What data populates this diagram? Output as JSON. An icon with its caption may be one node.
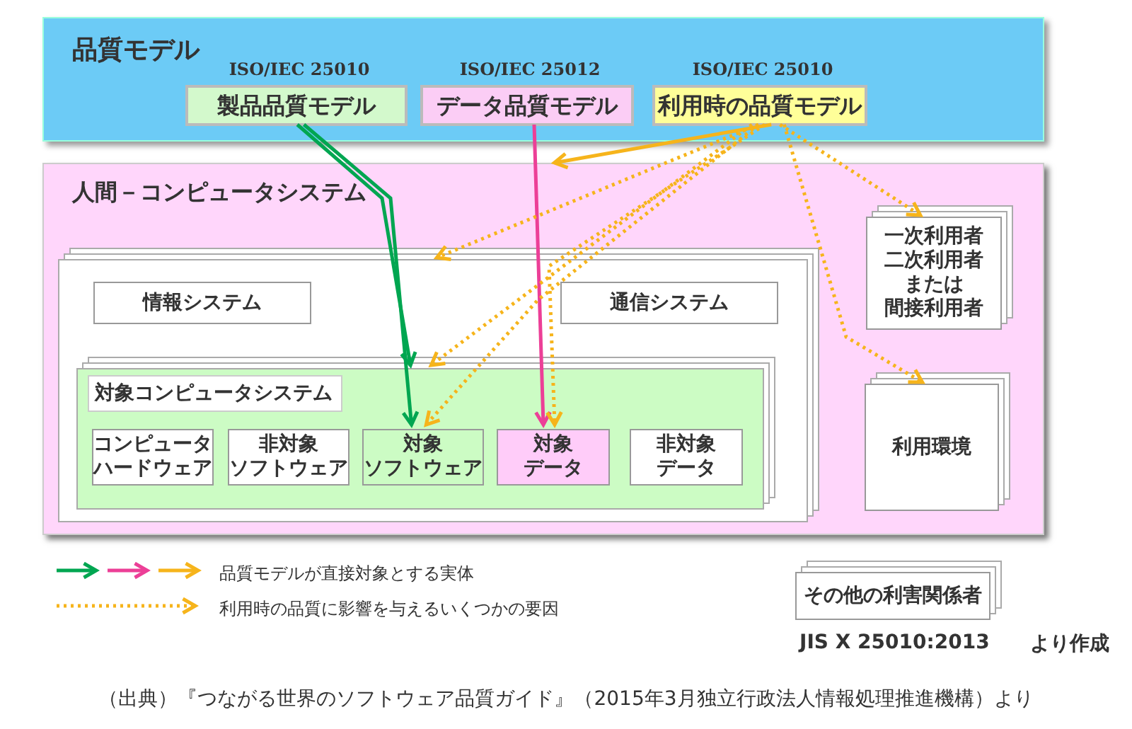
{
  "diagram": {
    "caption": "（出典）『つながる世界のソフトウェア品質ガイド』（2015年3月独立行政法人情報処理推進機構）より",
    "nodes": [
      {
        "text": [
          "品質モデル"
        ]
      },
      {
        "text": [
          "製品品質モデル"
        ],
        "in": 0,
        "beside": [
          "ISO/IEC 25010"
        ]
      },
      {
        "text": [
          "データ品質モデル"
        ],
        "in": 0,
        "beside": [
          "ISO/IEC 25012"
        ]
      },
      {
        "text": [
          "利用時の品質モデル"
        ],
        "in": 0,
        "beside": [
          "ISO/IEC 25010"
        ]
      },
      {
        "text": [
          "人間－コンピュータシステム"
        ]
      },
      {
        "text": [],
        "shape": "box",
        "in": 4
      },
      {
        "text": [
          "情報システム"
        ],
        "in": 5
      },
      {
        "text": [
          "通信システム"
        ],
        "in": 5
      },
      {
        "text": [
          "対象コンピュータシステム"
        ],
        "in": 5
      },
      {
        "text": [
          "コンピュータハードウェア"
        ],
        "in": 8
      },
      {
        "text": [
          "非対象ソフトウェア"
        ],
        "in": 8
      },
      {
        "text": [
          "対象ソフトウェア"
        ],
        "in": 8
      },
      {
        "text": [
          "対象データ"
        ],
        "in": 8
      },
      {
        "text": [
          "非対象データ"
        ],
        "in": 8
      },
      {
        "text": [
          "一次利用者二次利用者または間接利用者"
        ],
        "in": 4
      },
      {
        "text": [
          "利用環境"
        ],
        "in": 4
      },
      {
        "text": [
          "その他の利害関係者"
        ]
      }
    ],
    "edges": [
      {
        "from": 1,
        "to": 8,
        "arrow": "to",
        "color": "#00a651"
      },
      {
        "from": 1,
        "to": 11,
        "arrow": "to",
        "color": "#00a651"
      },
      {
        "from": 2,
        "to": 12,
        "arrow": "to",
        "color": "#ec3f97"
      },
      {
        "from": 3,
        "to": 4,
        "arrow": "to"
      },
      {
        "from": 3,
        "to": 5,
        "arrow": "to",
        "style": "dashed"
      },
      {
        "from": 3,
        "to": 8,
        "arrow": "to",
        "style": "dashed"
      },
      {
        "from": 3,
        "to": 11,
        "arrow": "to",
        "style": "dashed"
      },
      {
        "from": 3,
        "to": 12,
        "arrow": "to",
        "style": "dashed"
      },
      {
        "from": 3,
        "to": 14,
        "arrow": "to",
        "style": "dashed"
      },
      {
        "from": 3,
        "to": 15,
        "arrow": "to",
        "style": "dashed"
      }
    ],
    "labels": [
      "JIS X 25010:2013",
      "より作成"
    ],
    "legend": [
      {
        "text": "品質モデルが直接対象とする実体"
      },
      {
        "text": "利用時の品質に影響を与えるいくつかの要因"
      }
    ]
  }
}
